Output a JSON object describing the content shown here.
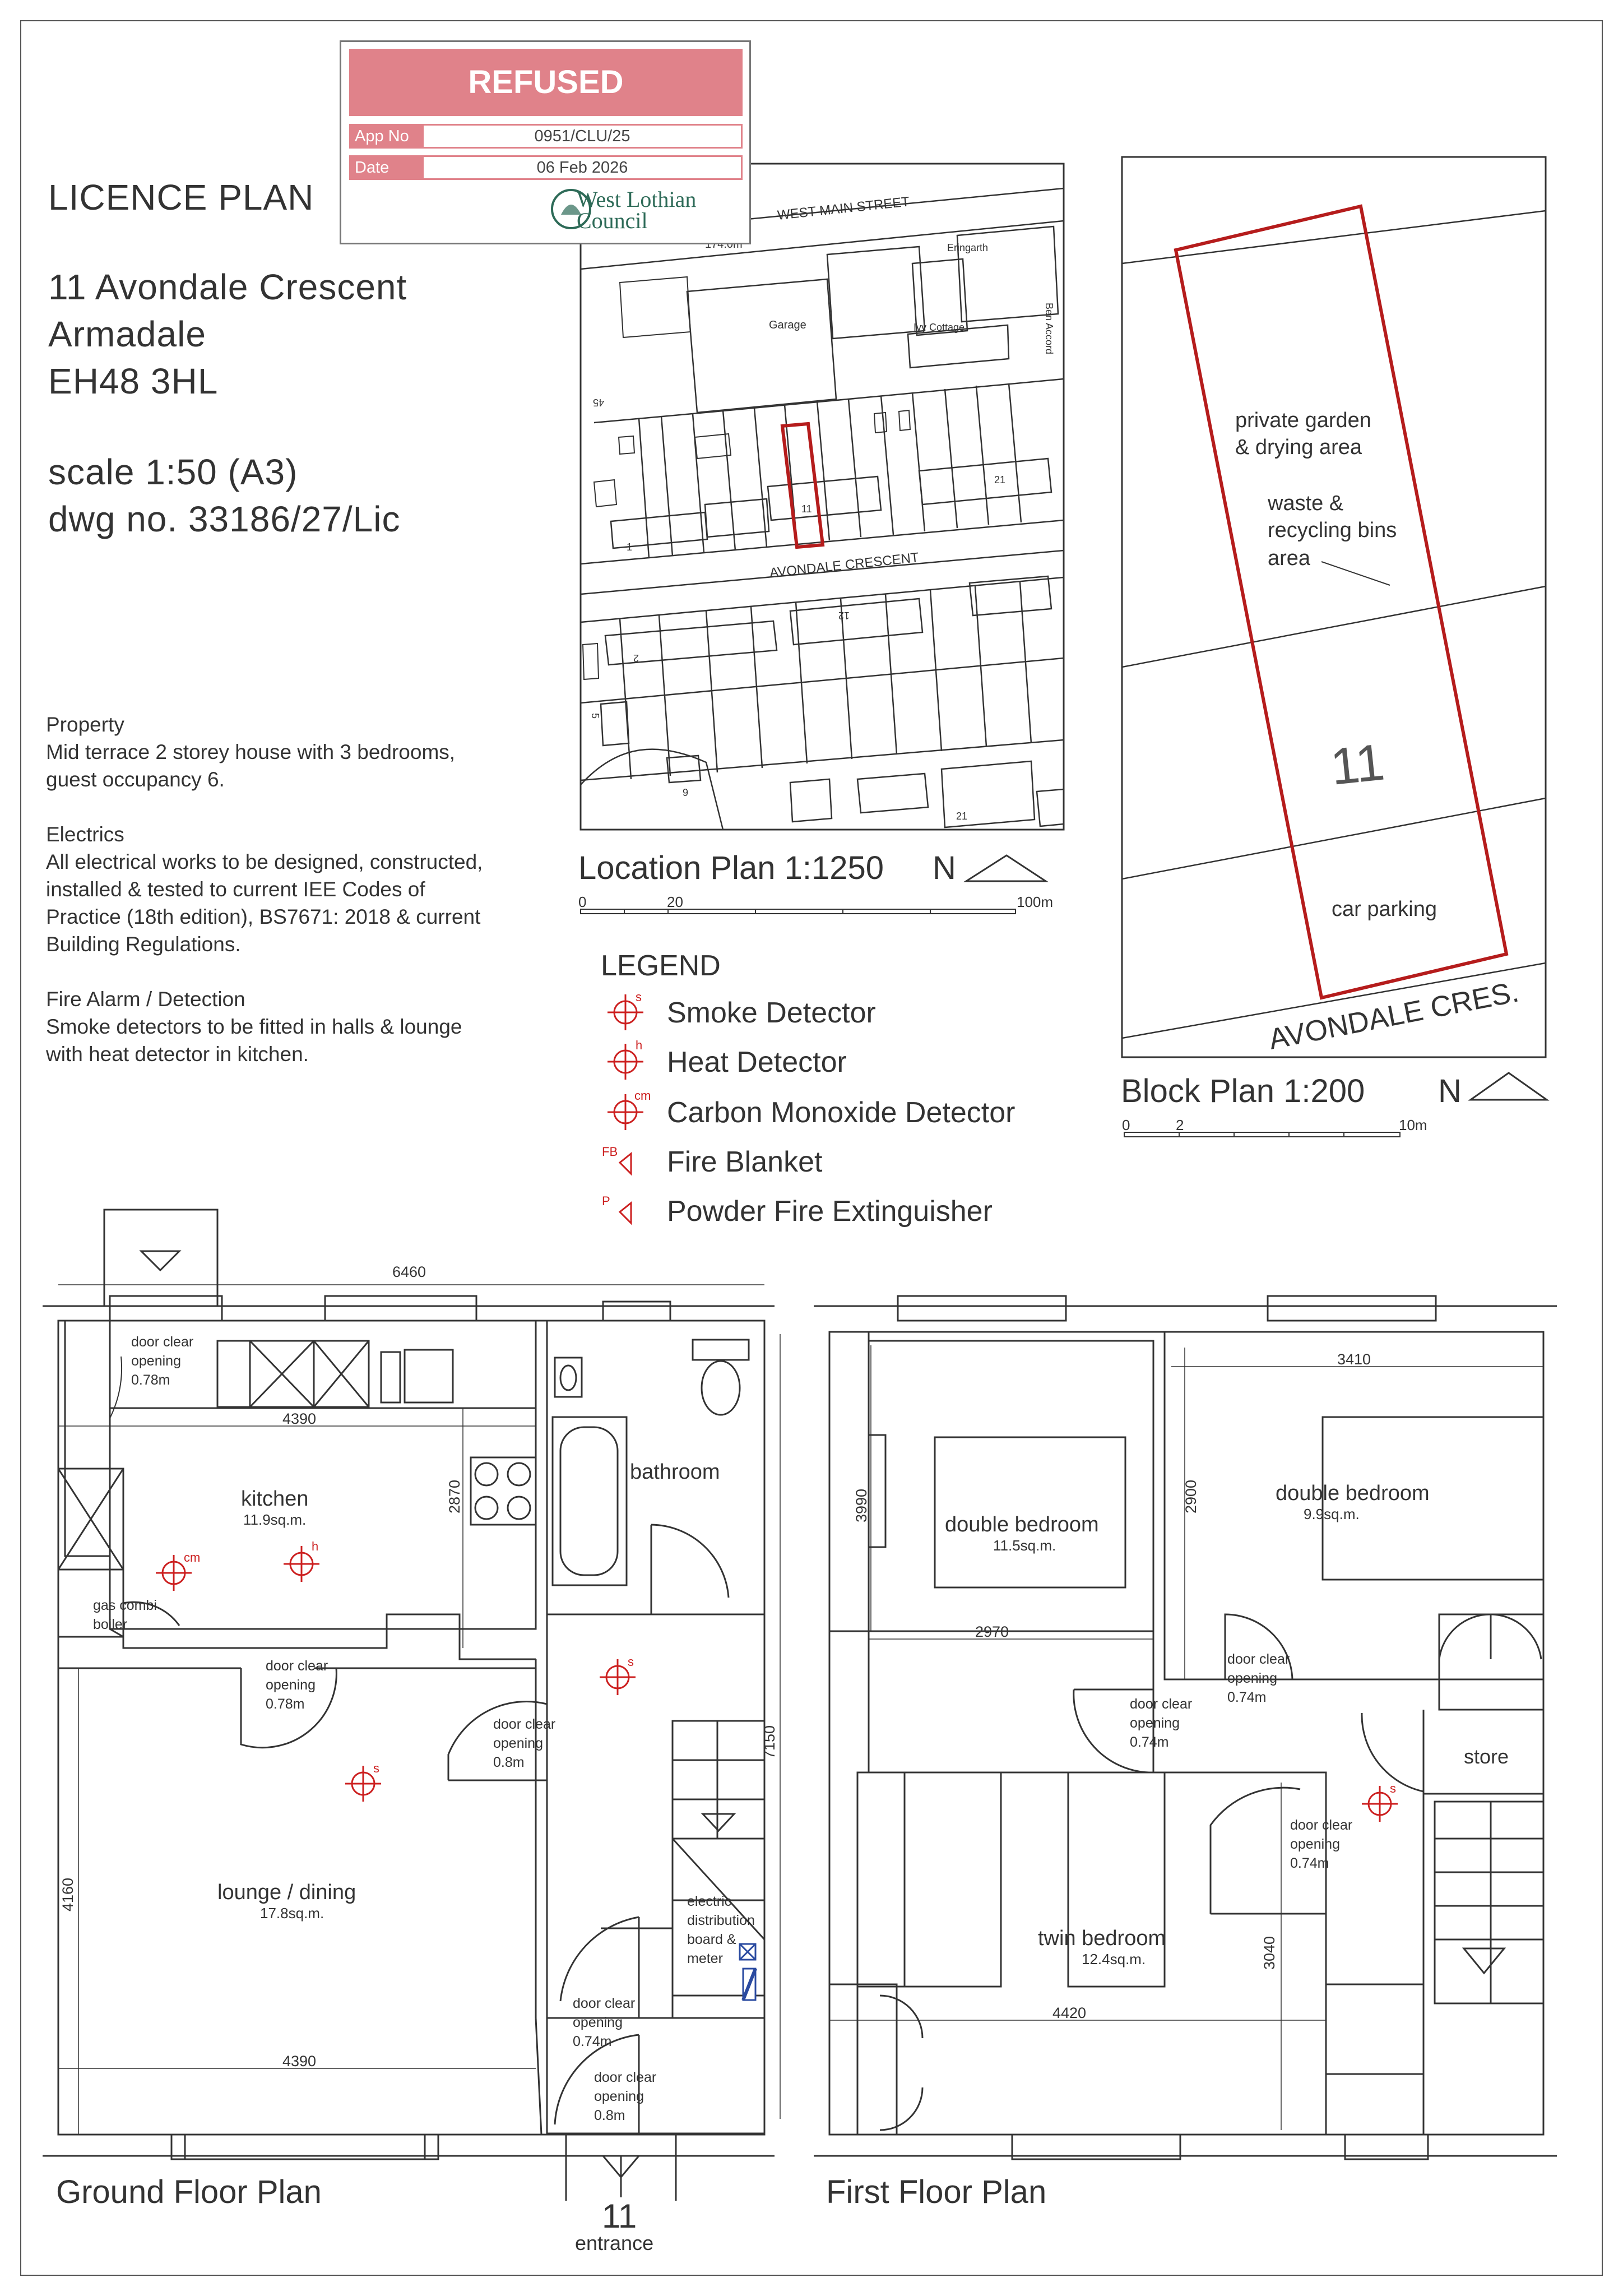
{
  "stamp": {
    "status": "REFUSED",
    "app_no_label": "App No",
    "app_no": "0951/CLU/25",
    "date_label": "Date",
    "date": "06 Feb 2026",
    "council_line1": "West Lothian",
    "council_line2": "Council"
  },
  "header": {
    "title": "LICENCE PLAN",
    "address_line1": "11 Avondale Crescent",
    "address_line2": "Armadale",
    "address_line3": "EH48 3HL",
    "scale": "scale 1:50 (A3)",
    "dwg_no": "dwg no. 33186/27/Lic"
  },
  "notes": {
    "property_heading": "Property",
    "property_text": "Mid terrace 2 storey house with 3 bedrooms, guest occupancy 6.",
    "electrics_heading": "Electrics",
    "electrics_text": "All electrical works to be designed, constructed, installed & tested to current IEE Codes of Practice (18th edition), BS7671: 2018 & current Building Regulations.",
    "fire_heading": "Fire Alarm / Detection",
    "fire_text": "Smoke detectors to be fitted in halls & lounge with heat detector in kitchen."
  },
  "location_plan": {
    "caption": "Location Plan 1:1250",
    "north": "N",
    "scale_0": "0",
    "scale_20": "20",
    "scale_100": "100m",
    "street_top": "WEST MAIN STREET",
    "street_mid": "AVONDALE CRESCENT",
    "level": "174.0m",
    "garage": "Garage",
    "ivy_cottage": "Ivy Cottage",
    "eringarth": "Eringarth",
    "ben_accord": "Ben Accord",
    "num_45": "45",
    "num_1": "1",
    "num_11": "11",
    "num_21a": "21",
    "num_2": "2",
    "num_12": "12",
    "num_5": "5",
    "num_9": "9",
    "num_21b": "21"
  },
  "block_plan": {
    "caption": "Block Plan 1:200",
    "north": "N",
    "garden_1": "private garden",
    "garden_2": "& drying area",
    "bins_1": "waste &",
    "bins_2": "recycling bins",
    "bins_3": "area",
    "house_no": "11",
    "parking": "car parking",
    "street": "AVONDALE CRES.",
    "scale_0": "0",
    "scale_2": "2",
    "scale_10": "10m"
  },
  "legend": {
    "title": "LEGEND",
    "smoke": "Smoke Detector",
    "smoke_code": "s",
    "heat": "Heat Detector",
    "heat_code": "h",
    "co": "Carbon Monoxide Detector",
    "co_code": "cm",
    "blanket": "Fire Blanket",
    "blanket_code": "FB",
    "extinguisher": "Powder Fire Extinguisher",
    "extinguisher_code": "P"
  },
  "ground_floor": {
    "caption": "Ground Floor Plan",
    "dim_6460": "6460",
    "dim_4390a": "4390",
    "dim_2870": "2870",
    "dim_7150": "7150",
    "dim_4160": "4160",
    "dim_4390b": "4390",
    "kitchen": "kitchen",
    "kitchen_area": "11.9sq.m.",
    "bathroom": "bathroom",
    "lounge": "lounge / dining",
    "lounge_area": "17.8sq.m.",
    "boiler_1": "gas combi",
    "boiler_2": "boiler",
    "door_078a_1": "door clear",
    "door_078a_2": "opening",
    "door_078a_3": "0.78m",
    "door_078b_1": "door clear",
    "door_078b_2": "opening",
    "door_078b_3": "0.78m",
    "door_08a_1": "door clear",
    "door_08a_2": "opening",
    "door_08a_3": "0.8m",
    "door_074_1": "door clear",
    "door_074_2": "opening",
    "door_074_3": "0.74m",
    "door_08b_1": "door clear",
    "door_08b_2": "opening",
    "door_08b_3": "0.8m",
    "elec_1": "electric",
    "elec_2": "distribution",
    "elec_3": "board &",
    "elec_4": "meter",
    "entrance_no": "11",
    "entrance": "entrance",
    "det_s": "s",
    "det_h": "h",
    "det_cm": "cm"
  },
  "first_floor": {
    "caption": "First Floor Plan",
    "dim_3410": "3410",
    "dim_3990": "3990",
    "dim_2970": "2970",
    "dim_2900": "2900",
    "dim_4420": "4420",
    "dim_3040": "3040",
    "bed1": "double bedroom",
    "bed1_area": "11.5sq.m.",
    "bed2": "double bedroom",
    "bed2_area": "9.9sq.m.",
    "bed3": "twin bedroom",
    "bed3_area": "12.4sq.m.",
    "store": "store",
    "door_a_1": "door clear",
    "door_a_2": "opening",
    "door_a_3": "0.74m",
    "door_b_1": "door clear",
    "door_b_2": "opening",
    "door_b_3": "0.74m",
    "door_c_1": "door clear",
    "door_c_2": "opening",
    "door_c_3": "0.74m",
    "det_s": "s"
  },
  "colors": {
    "accent_red": "#cc1f1f",
    "stamp_pink": "#e0828a",
    "line": "#333333",
    "council_green": "#2e6b58"
  }
}
